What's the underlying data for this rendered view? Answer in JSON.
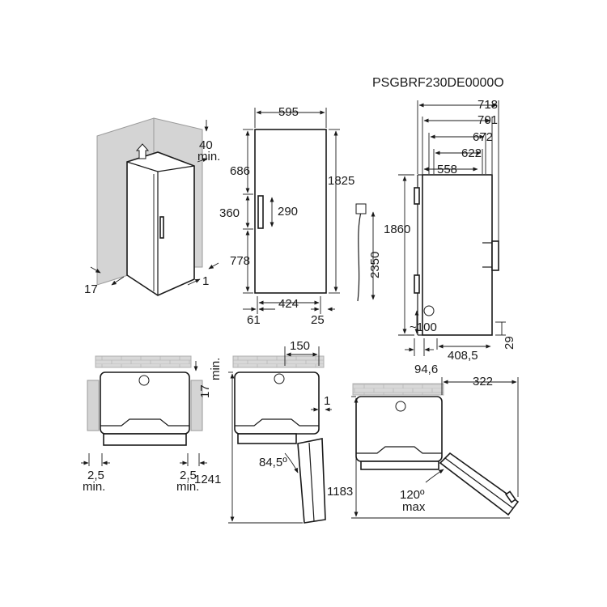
{
  "model_code": "PSGBRF230DE0000O",
  "perspective": {
    "top_gap": "40",
    "top_gap_unit": "min.",
    "side_left": "17",
    "side_right": "1"
  },
  "front": {
    "width": "595",
    "height": "1825",
    "upper": "686",
    "handle_zone": "360",
    "handle_len": "290",
    "lower": "778",
    "bottom_span": "424",
    "left_offset": "61",
    "right_offset": "25"
  },
  "cord": {
    "length": "2350"
  },
  "side": {
    "d1": "718",
    "d2": "701",
    "d3": "672",
    "d4": "622",
    "d5": "558",
    "height": "1860",
    "clearance": "~100",
    "foot": "29",
    "foot_depth": "408,5",
    "offset": "94,6"
  },
  "plan_install": {
    "rear_gap": "17",
    "rear_gap_unit": "min.",
    "left_gap": "2,5",
    "left_unit": "min.",
    "right_gap": "2,5",
    "right_unit": "min."
  },
  "plan_90": {
    "width_clear": "150",
    "side_gap": "1",
    "angle": "84,5º",
    "depth": "1241"
  },
  "plan_120": {
    "swing": "322",
    "depth": "1183",
    "angle": "120º",
    "angle_unit": "max"
  }
}
